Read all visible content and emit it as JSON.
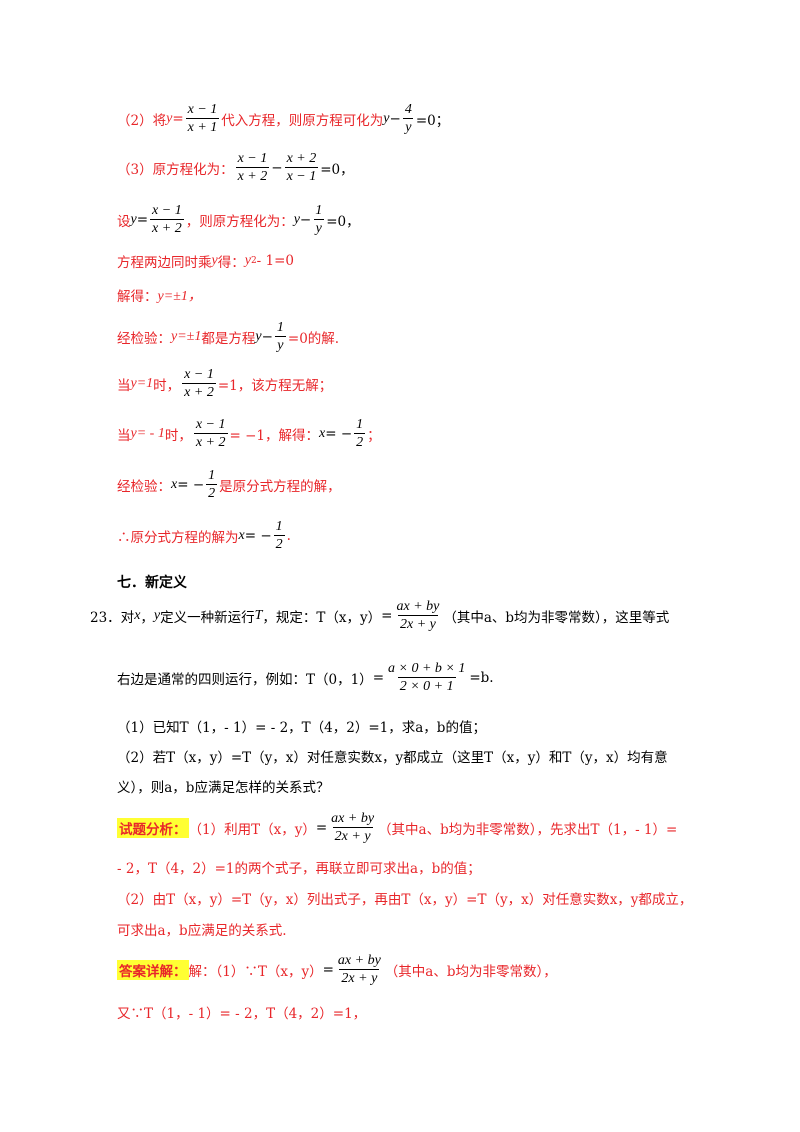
{
  "lines": {
    "l1": {
      "pre": "（2）将",
      "y": "y",
      "eq": "=",
      "num": "x − 1",
      "den": "x + 1",
      "mid": "代入方程，则原方程可化为",
      "y2": "y",
      "minus": " − ",
      "num2": "4",
      "den2": "y",
      "tail": "=0；"
    },
    "l2": {
      "pre": "（3）原方程化为：",
      "num1": "x − 1",
      "den1": "x + 2",
      "minus": " − ",
      "num2": "x + 2",
      "den2": "x − 1",
      "tail": "=0，"
    },
    "l3": {
      "pre": "设",
      "y": "y",
      "eq": "=",
      "num": "x − 1",
      "den": "x + 2",
      "mid": "，则原方程化为：",
      "y2": "y",
      "minus": " − ",
      "num2": "1",
      "den2": "y",
      "tail": "=0，"
    },
    "l4": {
      "text": "方程两边同时乘",
      "y": "y",
      "text2": "得：",
      "expr": "y",
      "sup": "2",
      "tail": " - 1=0"
    },
    "l5": {
      "text": "解得：",
      "expr": "y=±1，"
    },
    "l6": {
      "text": "经检验：",
      "expr": "y=±1",
      "mid": "都是方程",
      "y": "y",
      "minus": " − ",
      "num": "1",
      "den": "y",
      "tail": "=0的解."
    },
    "l7": {
      "text": "当",
      "expr": "y=1",
      "mid": "时，",
      "num": "x − 1",
      "den": "x + 2",
      "tail": "=1，该方程无解；"
    },
    "l8": {
      "text": "当",
      "expr": "y= - 1",
      "mid": "时，",
      "num": "x − 1",
      "den": "x + 2",
      "mid2": "= −1，解得：",
      "x": "x",
      "eq": "= −",
      "num2": "1",
      "den2": "2",
      "tail": "；"
    },
    "l9": {
      "text": "经检验：",
      "x": "x",
      "eq": "= −",
      "num": "1",
      "den": "2",
      "tail": "是原分式方程的解，"
    },
    "l10": {
      "text": "∴原分式方程的解为",
      "x": "x",
      "eq": "= −",
      "num": "1",
      "den": "2",
      "tail": "."
    }
  },
  "section": {
    "heading": "七．新定义"
  },
  "q23": {
    "p1_pre": "23．对",
    "p1_x": "x",
    "p1_comma": "，",
    "p1_y": "y",
    "p1_mid": "定义一种新运行",
    "p1_T": "T",
    "p1_mid2": "，规定：",
    "p1_T2": "T（x，y）",
    "p1_eq": "=",
    "p1_num": "ax + by",
    "p1_den": "2x + y",
    "p1_tail": "（其中a、b均为非零常数），这里等式",
    "p2_pre": "右边是通常的四则运行，例如：",
    "p2_T": "T（0，1）",
    "p2_eq": "=",
    "p2_num": "a × 0 + b × 1",
    "p2_den": "2 × 0 + 1",
    "p2_tail": "=b.",
    "p3": "（1）已知T（1，- 1）= - 2，T（4，2）=1，求a，b的值；",
    "p4": "（2）若T（x，y）=T（y，x）对任意实数x，y都成立（这里T（x，y）和T（y，x）均有意",
    "p5": "义），则a，b应满足怎样的关系式？"
  },
  "analysis": {
    "label": "试题分析：",
    "l1_pre": "（1）利用T（x，y）",
    "l1_eq": "=",
    "l1_num": "ax + by",
    "l1_den": "2x + y",
    "l1_tail": "（其中a、b均为非零常数），先求出T（1，- 1）=",
    "l2": "- 2，T（4，2）=1的两个式子，再联立即可求出a，b的值；",
    "l3": "（2）由T（x，y）=T（y，x）列出式子，再由T（x，y）=T（y，x）对任意实数x，y都成立，",
    "l4": "可求出a，b应满足的关系式."
  },
  "answer": {
    "label": "答案详解：",
    "l1_pre": "解：（1）∵T（x，y）",
    "l1_eq": "=",
    "l1_num": "ax + by",
    "l1_den": "2x + y",
    "l1_tail": "（其中a、b均为非零常数），",
    "l2": "又∵T（1，- 1）= - 2，T（4，2）=1，"
  },
  "colors": {
    "red": "#e8262a",
    "highlight": "#ffff33"
  }
}
